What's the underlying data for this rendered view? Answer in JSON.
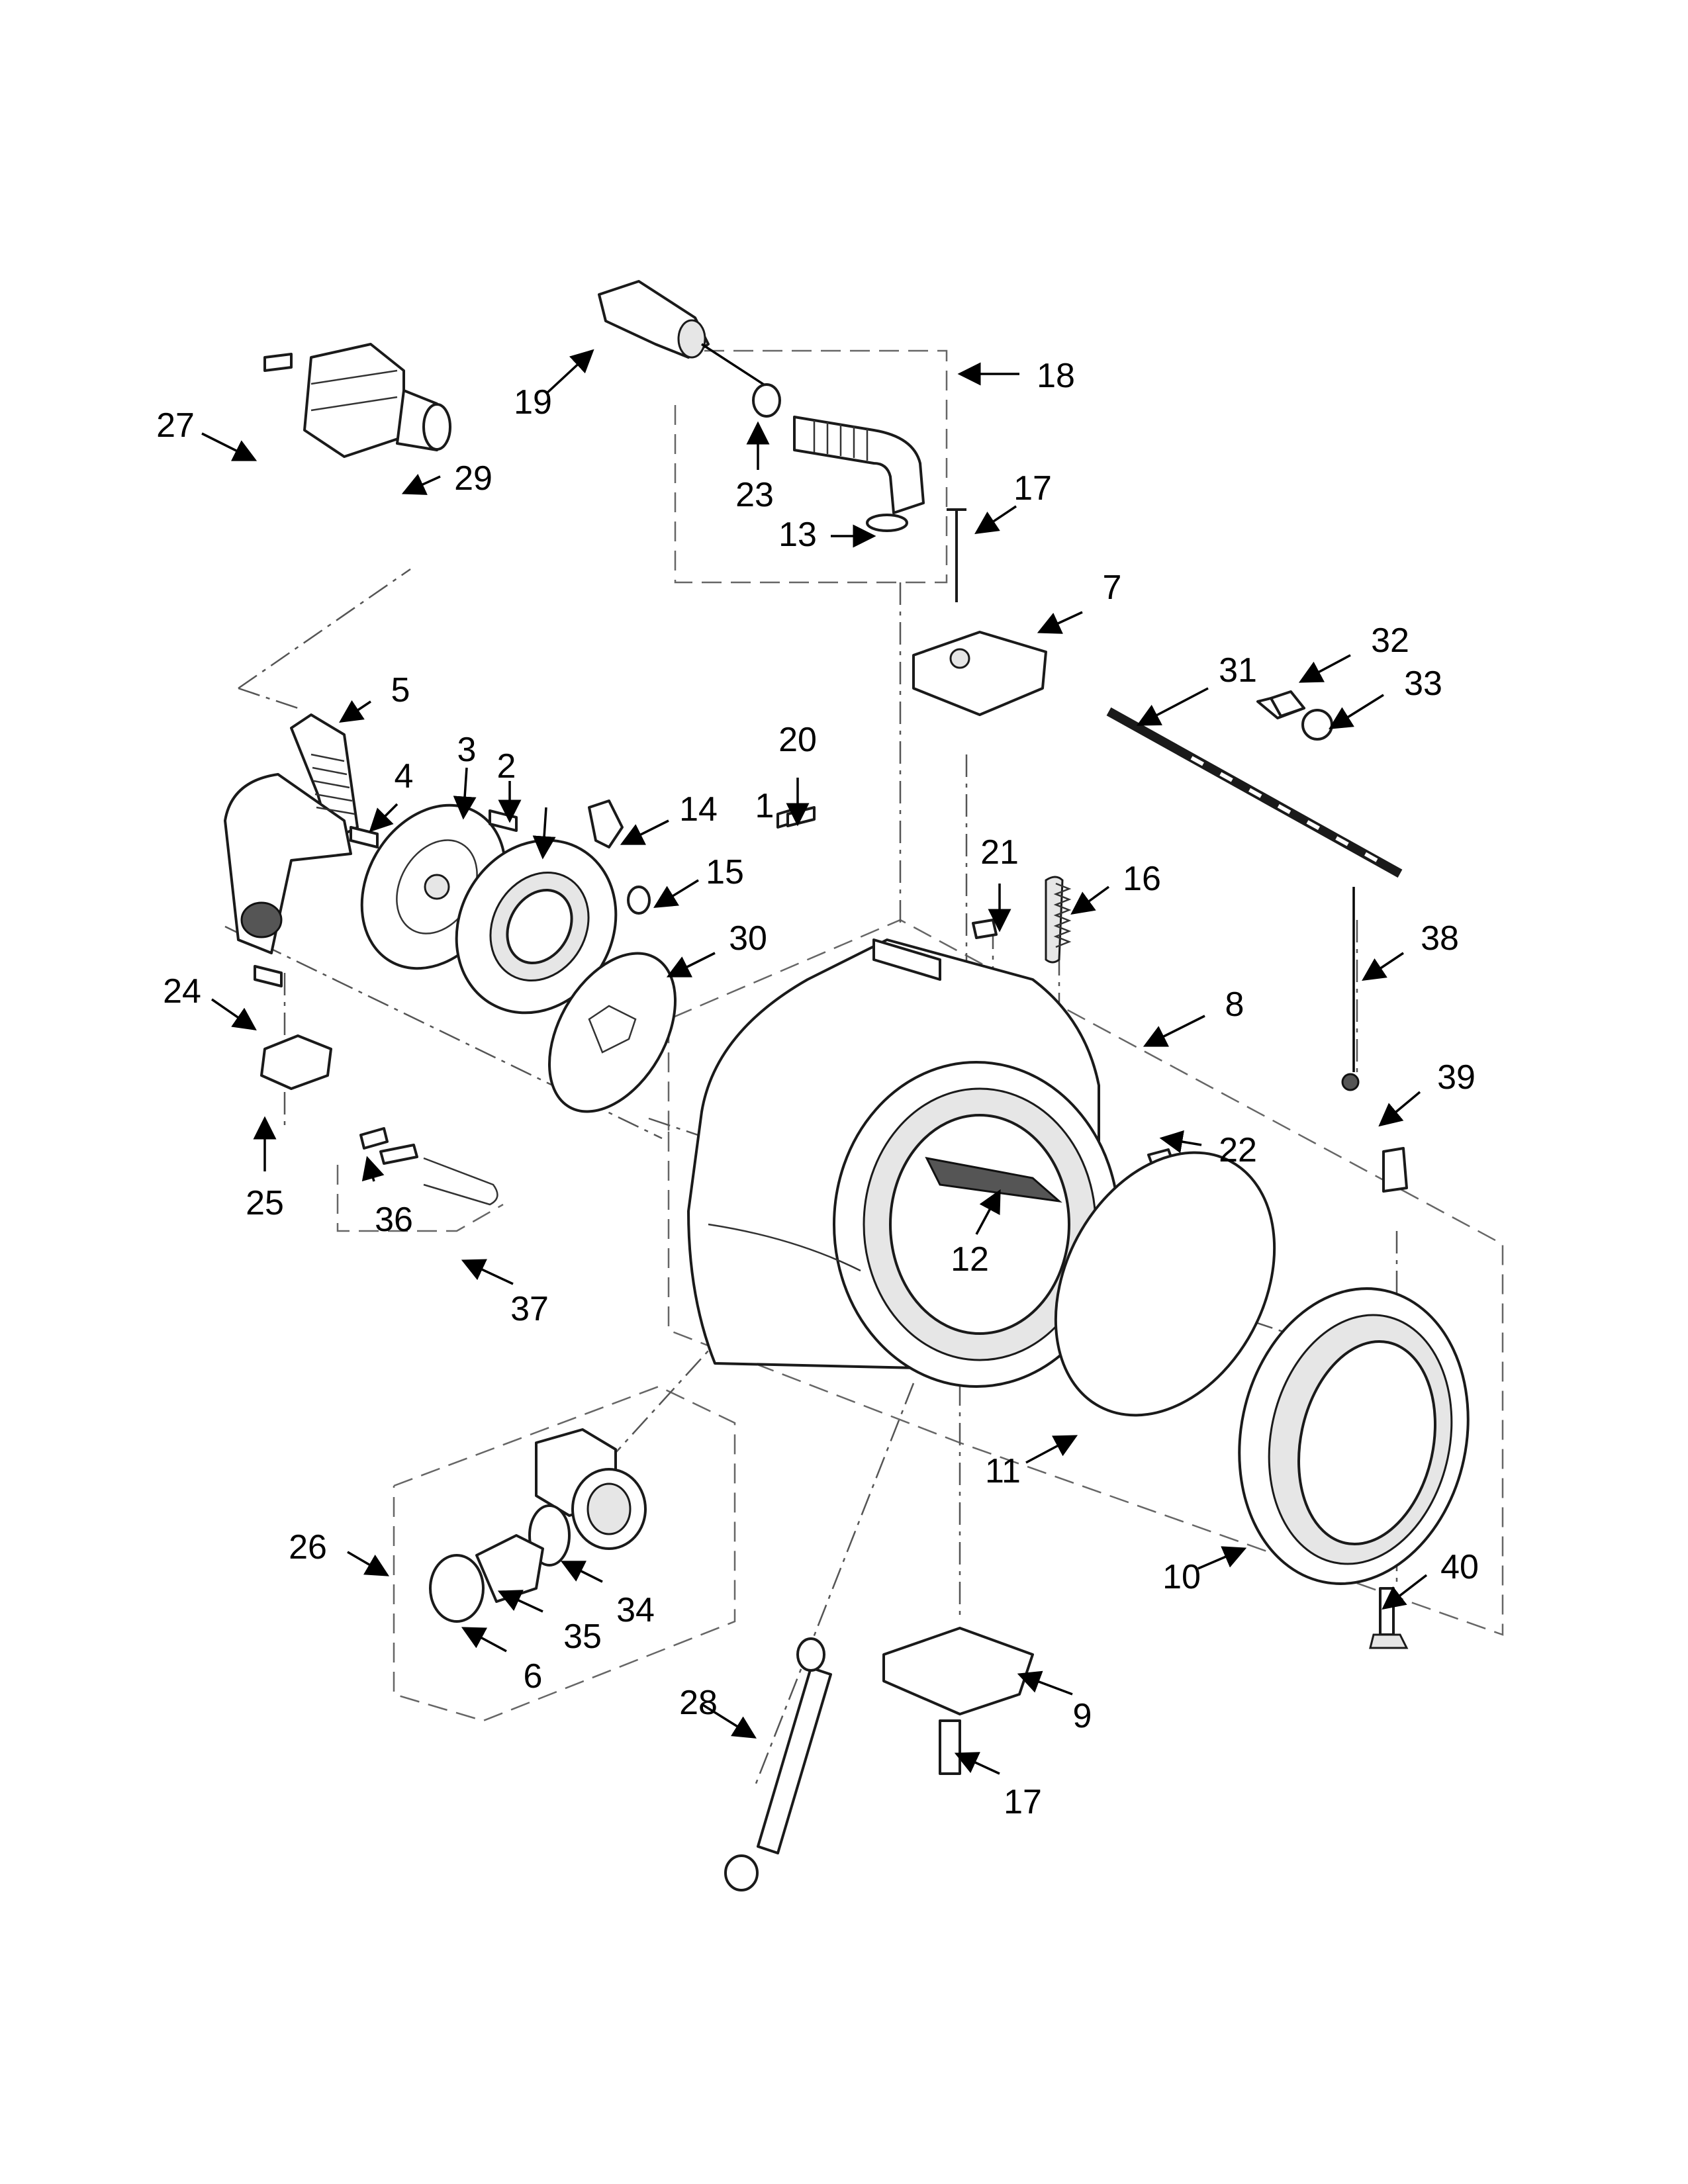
{
  "callouts": [
    "1",
    "2",
    "3",
    "4",
    "5",
    "6",
    "7",
    "8",
    "9",
    "10",
    "11",
    "12",
    "13",
    "14",
    "15",
    "16",
    "17",
    "17",
    "18",
    "19",
    "20",
    "21",
    "22",
    "23",
    "24",
    "25",
    "26",
    "27",
    "28",
    "29",
    "30",
    "31",
    "32",
    "33",
    "34",
    "35",
    "36",
    "37",
    "38",
    "39",
    "40"
  ],
  "colors": {
    "line": "#1a1a1a",
    "background": "#ffffff",
    "dashed_guide": "#555555"
  }
}
